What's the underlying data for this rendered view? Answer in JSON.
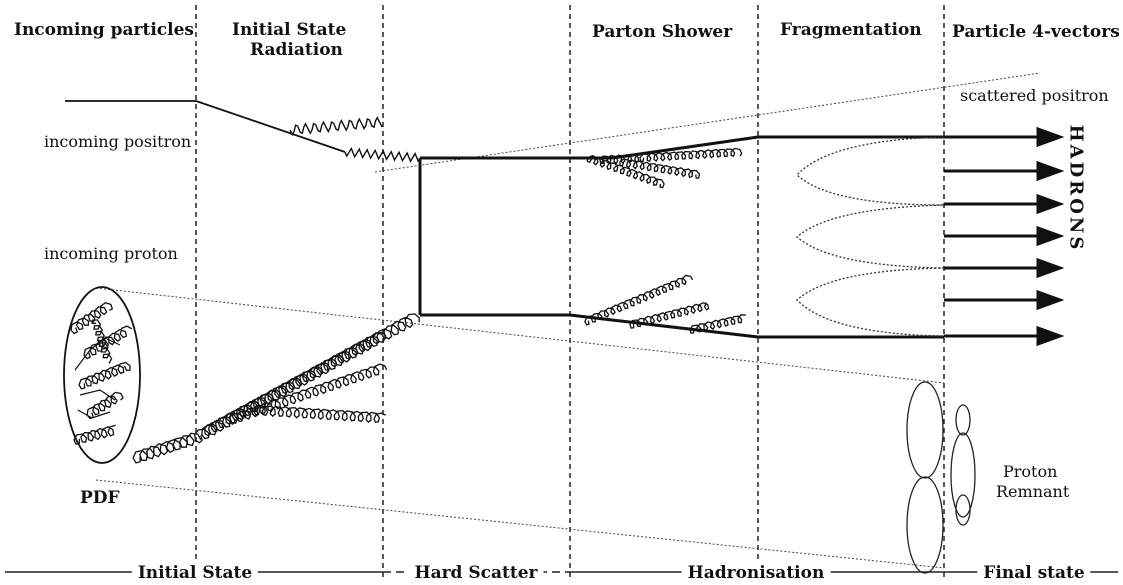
{
  "headers": {
    "incoming": "Incoming particles",
    "isr_line1": "Initial State",
    "isr_line2": "Radiation",
    "parton_shower": "Parton Shower",
    "fragmentation": "Fragmentation",
    "four_vectors": "Particle 4-vectors"
  },
  "labels": {
    "scattered_positron": "scattered positron",
    "incoming_positron": "incoming positron",
    "incoming_proton": "incoming proton",
    "pdf": "PDF",
    "hadrons": "HADRONS",
    "remnant_line1": "Proton",
    "remnant_line2": "Remnant"
  },
  "phases": {
    "initial_state": "Initial State",
    "hard_scatter": "Hard Scatter",
    "hadronisation": "Hadronisation",
    "final_state": "Final state"
  }
}
